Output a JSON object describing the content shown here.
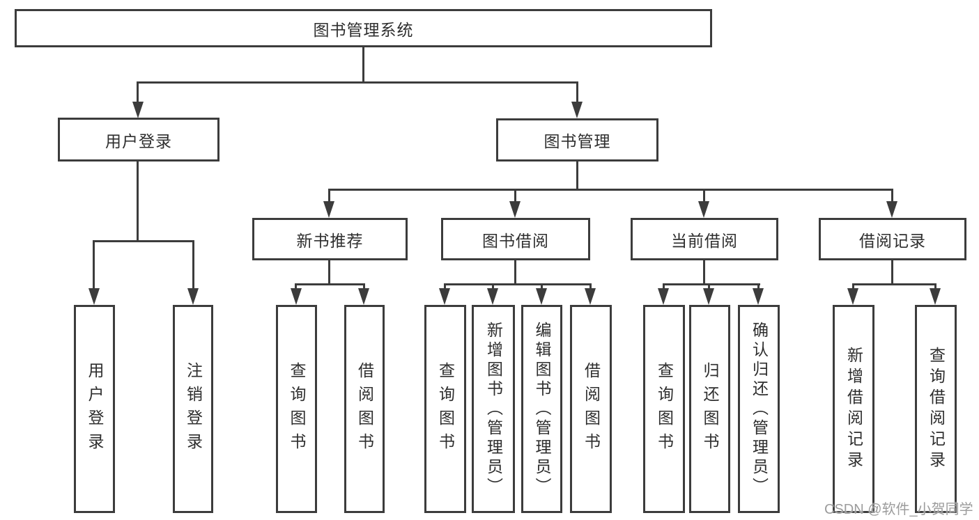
{
  "diagram": {
    "title": "图书管理系统",
    "root": {
      "label": "图书管理系统"
    },
    "level2": [
      {
        "label": "用户登录"
      },
      {
        "label": "图书管理"
      }
    ],
    "level3": [
      {
        "label": "新书推荐"
      },
      {
        "label": "图书借阅"
      },
      {
        "label": "当前借阅"
      },
      {
        "label": "借阅记录"
      }
    ],
    "level4": {
      "login_children": [
        {
          "label": "用户登录"
        },
        {
          "label": "注销登录"
        }
      ],
      "newbook_children": [
        {
          "label": "查询图书"
        },
        {
          "label": "借阅图书"
        }
      ],
      "borrow_children": [
        {
          "label": "查询图书"
        },
        {
          "label": "新增图书（管理员）"
        },
        {
          "label": "编辑图书（管理员）"
        },
        {
          "label": "借阅图书"
        }
      ],
      "current_children": [
        {
          "label": "查询图书"
        },
        {
          "label": "归还图书"
        },
        {
          "label": "确认归还（管理员）"
        }
      ],
      "record_children": [
        {
          "label": "新增借阅记录"
        },
        {
          "label": "查询借阅记录"
        }
      ]
    }
  },
  "watermark": {
    "text": "CSDN @软件_小贺同学",
    "color": "#9c9c9c"
  },
  "colors": {
    "line": "#3c3c3c",
    "box_border": "#3c3c3c",
    "text": "#2e2e2e",
    "background": "#ffffff"
  }
}
